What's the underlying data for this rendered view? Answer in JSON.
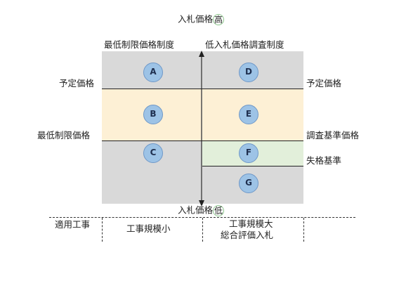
{
  "axis": {
    "top_label_prefix": "入札価格",
    "top_label_circled": "高",
    "bottom_label_prefix": "入札価格",
    "bottom_label_circled": "低"
  },
  "columns": {
    "left_header": "最低制限価格制度",
    "right_header": "低入札価格調査制度"
  },
  "left_labels": {
    "planned_price": "予定価格",
    "minimum_price": "最低制限価格"
  },
  "right_labels": {
    "planned_price": "予定価格",
    "investigation_price": "調査基準価格",
    "disqualification": "失格基準"
  },
  "circles": [
    "A",
    "B",
    "C",
    "D",
    "E",
    "F",
    "G"
  ],
  "footer": {
    "applicable_label": "適用工事",
    "left_desc": "工事規模小",
    "right_desc_line1": "工事規模大",
    "right_desc_line2": "総合評価入札"
  },
  "colors": {
    "gray": "#d9d9d9",
    "peach": "#fdf0d5",
    "green": "#e2efda",
    "circle_fill": "#9dc3e6",
    "circle_border": "#6f98c8"
  }
}
